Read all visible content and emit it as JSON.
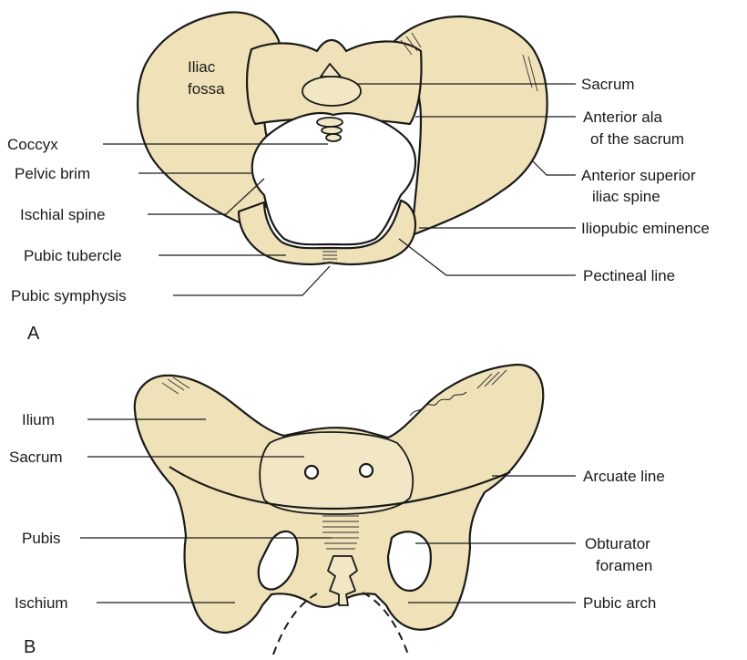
{
  "panel_a": {
    "letter": "A",
    "labels": {
      "iliac_fossa_line1": "Iliac",
      "iliac_fossa_line2": "fossa",
      "coccyx": "Coccyx",
      "pelvic_brim": "Pelvic brim",
      "ischial_spine": "Ischial spine",
      "pubic_tubercle": "Pubic tubercle",
      "pubic_symphysis": "Pubic symphysis",
      "sacrum": "Sacrum",
      "anterior_ala_line1": "Anterior ala",
      "anterior_ala_line2": "of the sacrum",
      "asis_line1": "Anterior superior",
      "asis_line2": "iliac spine",
      "iliopubic_eminence": "Iliopubic eminence",
      "pectineal_line": "Pectineal line"
    }
  },
  "panel_b": {
    "letter": "B",
    "labels": {
      "ilium": "Ilium",
      "sacrum": "Sacrum",
      "pubis": "Pubis",
      "ischium": "Ischium",
      "arcuate_line": "Arcuate line",
      "obturator_line1": "Obturator",
      "obturator_line2": "foramen",
      "pubic_arch": "Pubic arch"
    }
  },
  "colors": {
    "bone": "#efe2b8",
    "ink": "#1a1a1a",
    "background": "#ffffff"
  }
}
